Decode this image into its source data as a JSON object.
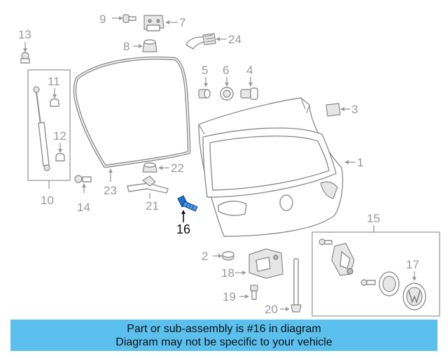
{
  "callouts": {
    "c1": "1",
    "c2": "2",
    "c3": "3",
    "c4": "4",
    "c5": "5",
    "c6": "6",
    "c7": "7",
    "c8": "8",
    "c9": "9",
    "c10": "10",
    "c11": "11",
    "c12": "12",
    "c13": "13",
    "c14": "14",
    "c15": "15",
    "c16": "16",
    "c17": "17",
    "c18": "18",
    "c19": "19",
    "c20": "20",
    "c21": "21",
    "c22": "22",
    "c23": "23",
    "c24": "24"
  },
  "highlighted_part": "16",
  "colors": {
    "banner_bg": "#5bc0ee",
    "line_art": "#8f8f8f",
    "highlight": "#111111"
  },
  "banner": {
    "line1": "Part or sub-assembly is #16 in diagram",
    "line2": "Diagram may not be specific to your vehicle"
  }
}
